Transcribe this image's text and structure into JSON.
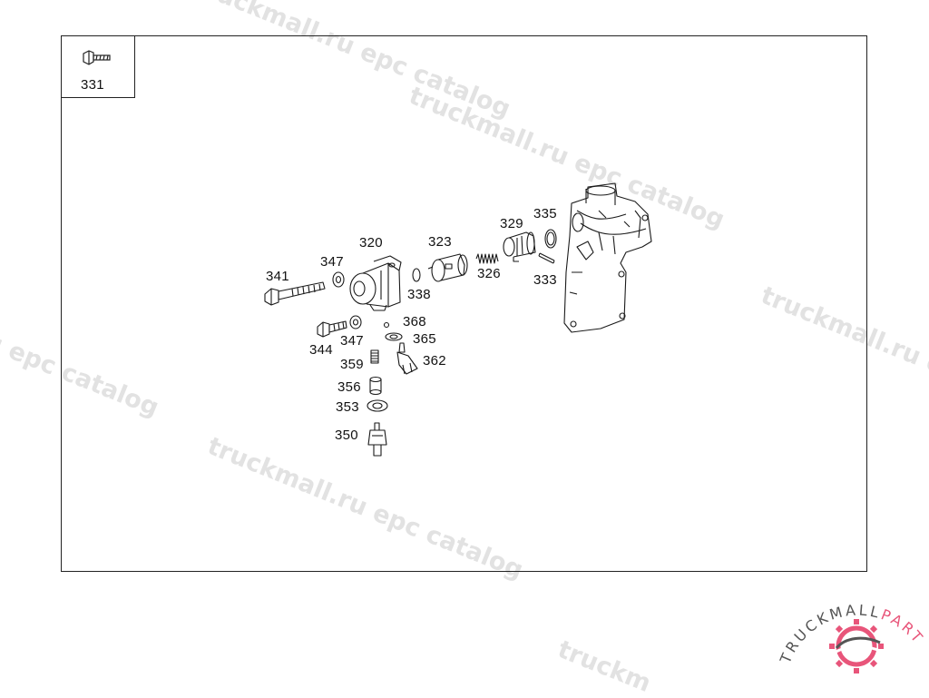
{
  "watermark": {
    "text": "truckmall.ru epc catalog",
    "partial_left": "u epc catalog",
    "partial_right": "truckmall.ru e",
    "partial_bottom": "truckm",
    "color": "#e2e2e2"
  },
  "legend": {
    "part_number": "331",
    "icon": "bolt-icon"
  },
  "callouts": {
    "p320": "320",
    "p323": "323",
    "p329": "329",
    "p335": "335",
    "p341": "341",
    "p347a": "347",
    "p326": "326",
    "p338": "338",
    "p333": "333",
    "p368": "368",
    "p365": "365",
    "p344": "344",
    "p347b": "347",
    "p359": "359",
    "p362": "362",
    "p356": "356",
    "p353": "353",
    "p350": "350"
  },
  "logo": {
    "text_dark": "TRUCKMALL",
    "text_accent": "PARTS",
    "accent_color": "#e8557a",
    "dark_color": "#555555",
    "icon": "gear-logo-icon"
  }
}
